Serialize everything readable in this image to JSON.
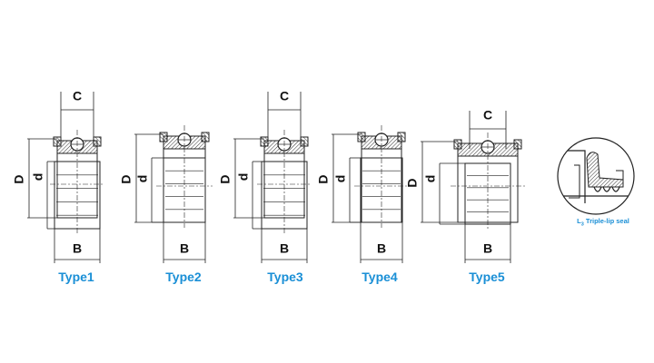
{
  "diagram": {
    "bearings": [
      {
        "type_label": "Type1",
        "dims": {
          "C": "C",
          "D": "D",
          "d": "d",
          "B": "B"
        }
      },
      {
        "type_label": "Type2",
        "dims": {
          "D": "D",
          "d": "d",
          "B": "B"
        }
      },
      {
        "type_label": "Type3",
        "dims": {
          "C": "C",
          "D": "D",
          "d": "d",
          "B": "B"
        }
      },
      {
        "type_label": "Type4",
        "dims": {
          "D": "D",
          "d": "d",
          "B": "B"
        }
      },
      {
        "type_label": "Type5",
        "dims": {
          "C": "C",
          "D": "D",
          "d": "d",
          "B": "B"
        }
      }
    ],
    "seal_detail": {
      "prefix": "L",
      "subscript": "3",
      "text": " Triple-lip seal"
    },
    "colors": {
      "label": "#1a8fd6",
      "line": "#222222"
    }
  }
}
